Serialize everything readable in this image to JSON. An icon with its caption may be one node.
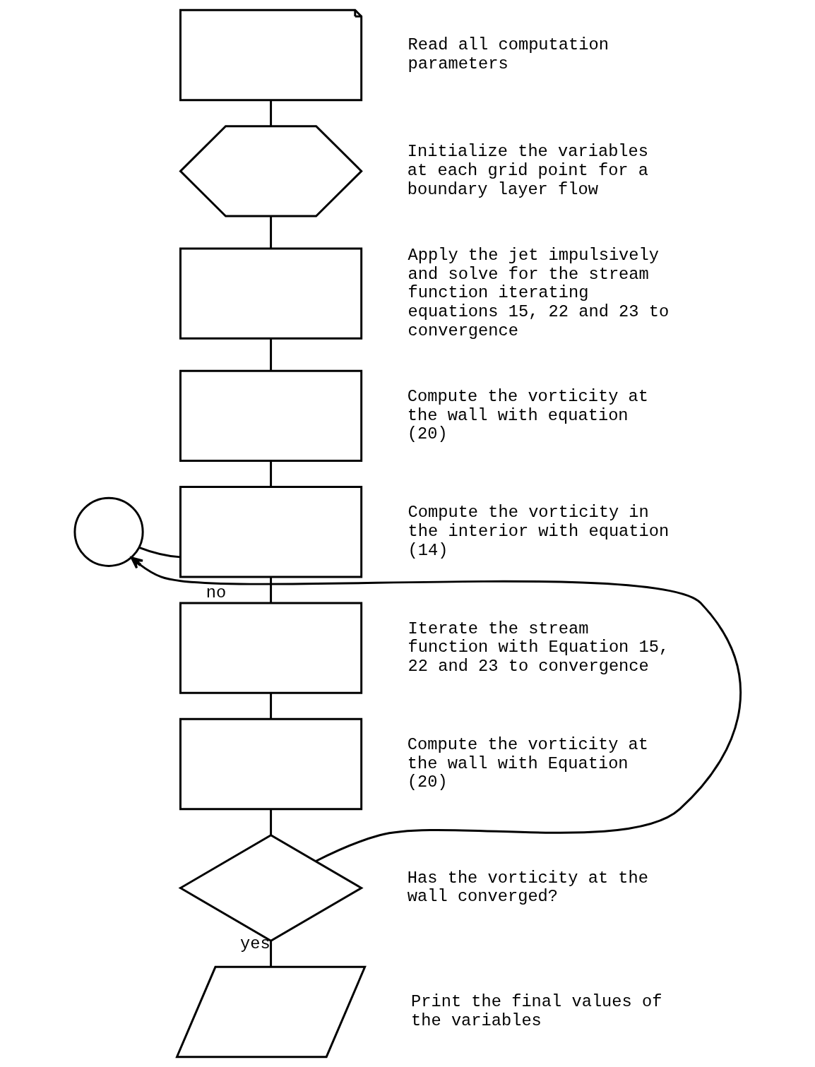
{
  "diagram": {
    "nodes": [
      {
        "text": [],
        "shape": "card",
        "beside": [
          "Read all computation parameters"
        ]
      },
      {
        "text": [],
        "shape": "hexagon",
        "beside": [
          "Initialize the variables at each grid point for a boundary layer flow"
        ]
      },
      {
        "text": [],
        "shape": "box",
        "beside": [
          "Apply the jet impulsively and solve for the stream function iterating equations 15, 22 and 23 to convergence"
        ]
      },
      {
        "text": [],
        "shape": "box",
        "beside": [
          "Compute the vorticity at the wall with equation (20)"
        ]
      },
      {
        "text": [],
        "shape": "circle"
      },
      {
        "text": [],
        "shape": "box",
        "beside": [
          "Compute the vorticity in the interior with equation (14)"
        ]
      },
      {
        "text": [],
        "shape": "box",
        "beside": [
          "Iterate the stream function with Equation 15, 22 and 23 to convergence"
        ]
      },
      {
        "text": [],
        "shape": "box",
        "beside": [
          "Compute the vorticity at the wall with Equation (20)"
        ]
      },
      {
        "text": [],
        "shape": "diamond",
        "beside": [
          "Has the vorticity at the wall converged?"
        ]
      },
      {
        "text": [],
        "shape": "parallelogram",
        "beside": [
          "Print the final values of the variables"
        ]
      }
    ],
    "edges": [
      {
        "from": 0,
        "to": 1,
        "arrow": "none"
      },
      {
        "from": 1,
        "to": 2,
        "arrow": "none"
      },
      {
        "from": 2,
        "to": 3,
        "arrow": "none"
      },
      {
        "from": 3,
        "to": 5,
        "arrow": "none"
      },
      {
        "from": 4,
        "to": 5,
        "arrow": "none"
      },
      {
        "from": 5,
        "to": 6,
        "arrow": "none"
      },
      {
        "from": 6,
        "to": 7,
        "arrow": "none"
      },
      {
        "from": 7,
        "to": 8,
        "arrow": "none"
      },
      {
        "from": 8,
        "to": 4,
        "arrow": "to",
        "label": "no"
      },
      {
        "from": 8,
        "to": 9,
        "arrow": "none",
        "label": "yes"
      }
    ]
  }
}
